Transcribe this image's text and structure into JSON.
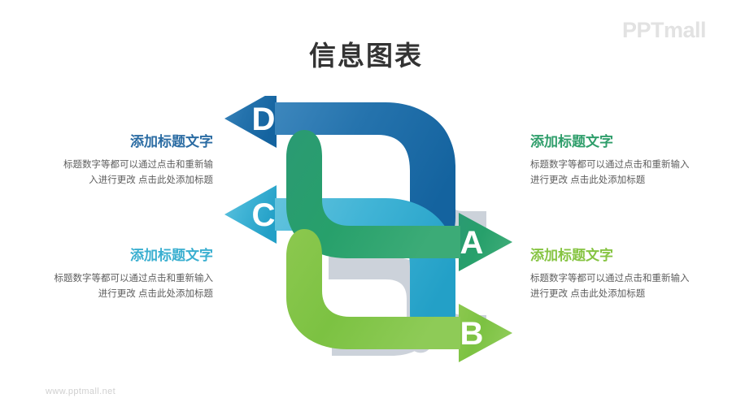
{
  "brand": {
    "logo_text": "PPTmall"
  },
  "header": {
    "title": "信息图表"
  },
  "footer": {
    "url": "www.pptmall.net"
  },
  "palette": {
    "arrow_d": "#1d6cab",
    "arrow_c": "#41b4d6",
    "arrow_a": "#27a06b",
    "arrow_b": "#7cc242",
    "shadow": "#ccd2da",
    "title_text": "#333333",
    "body_text": "#5e5e5e",
    "logo_gray": "#e2e2e2"
  },
  "diagram": {
    "arrows": [
      {
        "id": "d",
        "letter": "D",
        "direction": "left",
        "color": "#1d6cab"
      },
      {
        "id": "c",
        "letter": "C",
        "direction": "left",
        "color": "#41b4d6"
      },
      {
        "id": "a",
        "letter": "A",
        "direction": "right",
        "color": "#27a06b"
      },
      {
        "id": "b",
        "letter": "B",
        "direction": "right",
        "color": "#7cc242"
      }
    ]
  },
  "callouts": {
    "d": {
      "heading": "添加标题文字",
      "heading_color": "#2b6ca3",
      "body_line1": "标题数字等都可以通过点击和重新输",
      "body_line2": "入进行更改 点击此处添加标题"
    },
    "c": {
      "heading": "添加标题文字",
      "heading_color": "#3aafd0",
      "body_line1": "标题数字等都可以通过点击和重新输入",
      "body_line2": "进行更改 点击此处添加标题"
    },
    "a": {
      "heading": "添加标题文字",
      "heading_color": "#2f9e6b",
      "body_line1": "标题数字等都可以通过点击和重新输入",
      "body_line2": "进行更改 点击此处添加标题"
    },
    "b": {
      "heading": "添加标题文字",
      "heading_color": "#86c442",
      "body_line1": "标题数字等都可以通过点击和重新输入",
      "body_line2": "进行更改 点击此处添加标题"
    }
  }
}
